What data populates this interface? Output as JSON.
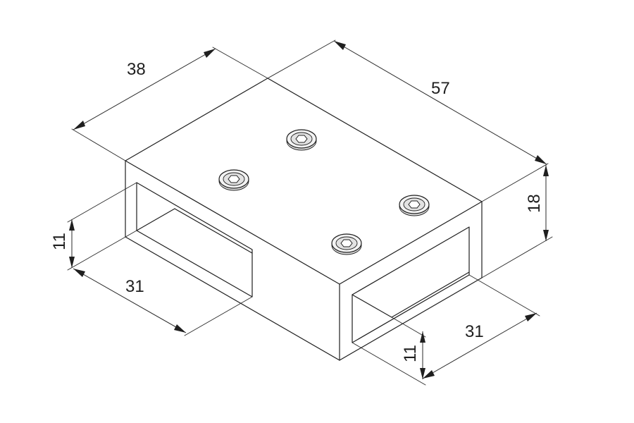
{
  "diagram": {
    "dimensions": [
      {
        "id": "width",
        "label": "38"
      },
      {
        "id": "length",
        "label": "57"
      },
      {
        "id": "height",
        "label": "18"
      },
      {
        "id": "left-opening-height",
        "label": "11"
      },
      {
        "id": "left-opening-width",
        "label": "31"
      },
      {
        "id": "right-opening-width",
        "label": "31"
      },
      {
        "id": "right-opening-height",
        "label": "11"
      }
    ],
    "screws": [
      {
        "id": "screw-1",
        "icon": "hex-socket-screw-icon"
      },
      {
        "id": "screw-2",
        "icon": "hex-socket-screw-icon"
      },
      {
        "id": "screw-3",
        "icon": "hex-socket-screw-icon"
      },
      {
        "id": "screw-4",
        "icon": "hex-socket-screw-icon"
      }
    ],
    "colors": {
      "line": "#1f1f1f",
      "background": "#ffffff"
    }
  }
}
